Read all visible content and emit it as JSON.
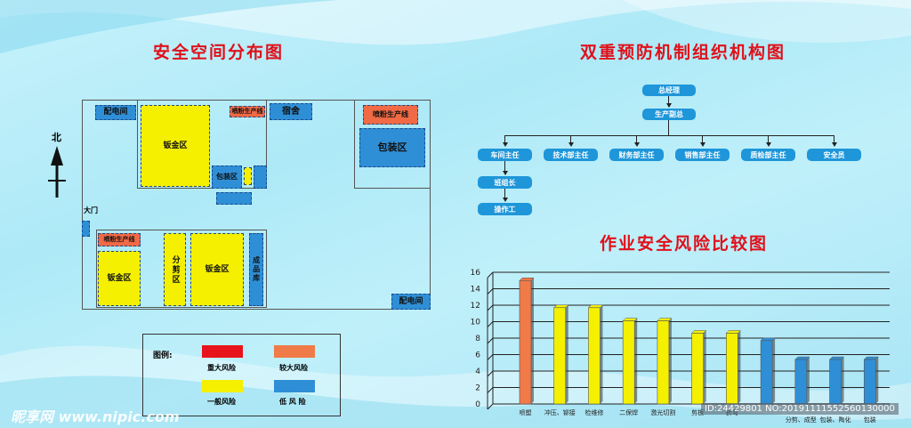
{
  "titles": {
    "layout": "安全空间分布图",
    "org": "双重预防机制组织机构图",
    "risk": "作业安全风险比较图"
  },
  "map": {
    "north": "北",
    "gate": "大门",
    "zones": {
      "power_room_top": "配电间",
      "sheet_metal_top": "钣金区",
      "spray_line_top": "喷粉生产线",
      "packing_small": "包装区",
      "dorm": "宿舍",
      "spray_line_right": "喷粉生产线",
      "packing_right": "包装区",
      "spray_line_bottom": "喷粉生产线",
      "sheet_metal_bl": "钣金区",
      "cutting": "分剪区",
      "sheet_metal_bm": "钣金区",
      "finished_store": "成品库",
      "power_room_bottom": "配电间"
    },
    "legend": {
      "title": "图例:",
      "items": [
        {
          "label": "重大风险",
          "color": "#e8141b"
        },
        {
          "label": "较大风险",
          "color": "#f07a48"
        },
        {
          "label": "一般风险",
          "color": "#f4f000"
        },
        {
          "label": "低 风 险",
          "color": "#2f8fd6"
        }
      ]
    }
  },
  "org": {
    "gm": "总经理",
    "vp": "生产副总",
    "depts": [
      "车间主任",
      "技术部主任",
      "财务部主任",
      "销售部主任",
      "质检部主任",
      "安全员"
    ],
    "team_lead": "班组长",
    "worker": "操作工"
  },
  "chart_data": {
    "type": "bar",
    "title": "作业安全风险比较图",
    "ylim": [
      0,
      16
    ],
    "yticks": [
      0,
      2,
      4,
      6,
      8,
      10,
      12,
      14,
      16
    ],
    "categories": [
      "喷塑",
      "冲压、铆接",
      "检维修",
      "二保焊",
      "激光切割",
      "剪板",
      "折弯",
      "",
      "分剪、成型",
      "包装、陶化",
      "包装"
    ],
    "values": [
      15,
      11.7,
      11.7,
      10.1,
      10.1,
      8.6,
      8.6,
      7.7,
      5.4,
      5.4,
      5.4
    ],
    "colors": [
      "#f07a48",
      "#f4f000",
      "#f4f000",
      "#f4f000",
      "#f4f000",
      "#f4f000",
      "#f4f000",
      "#2f8fd6",
      "#2f8fd6",
      "#2f8fd6",
      "#2f8fd6"
    ]
  },
  "watermarks": {
    "site": "昵享网 www.nipic.com",
    "id": "ID:24429801 NO:20191111552560130000"
  }
}
